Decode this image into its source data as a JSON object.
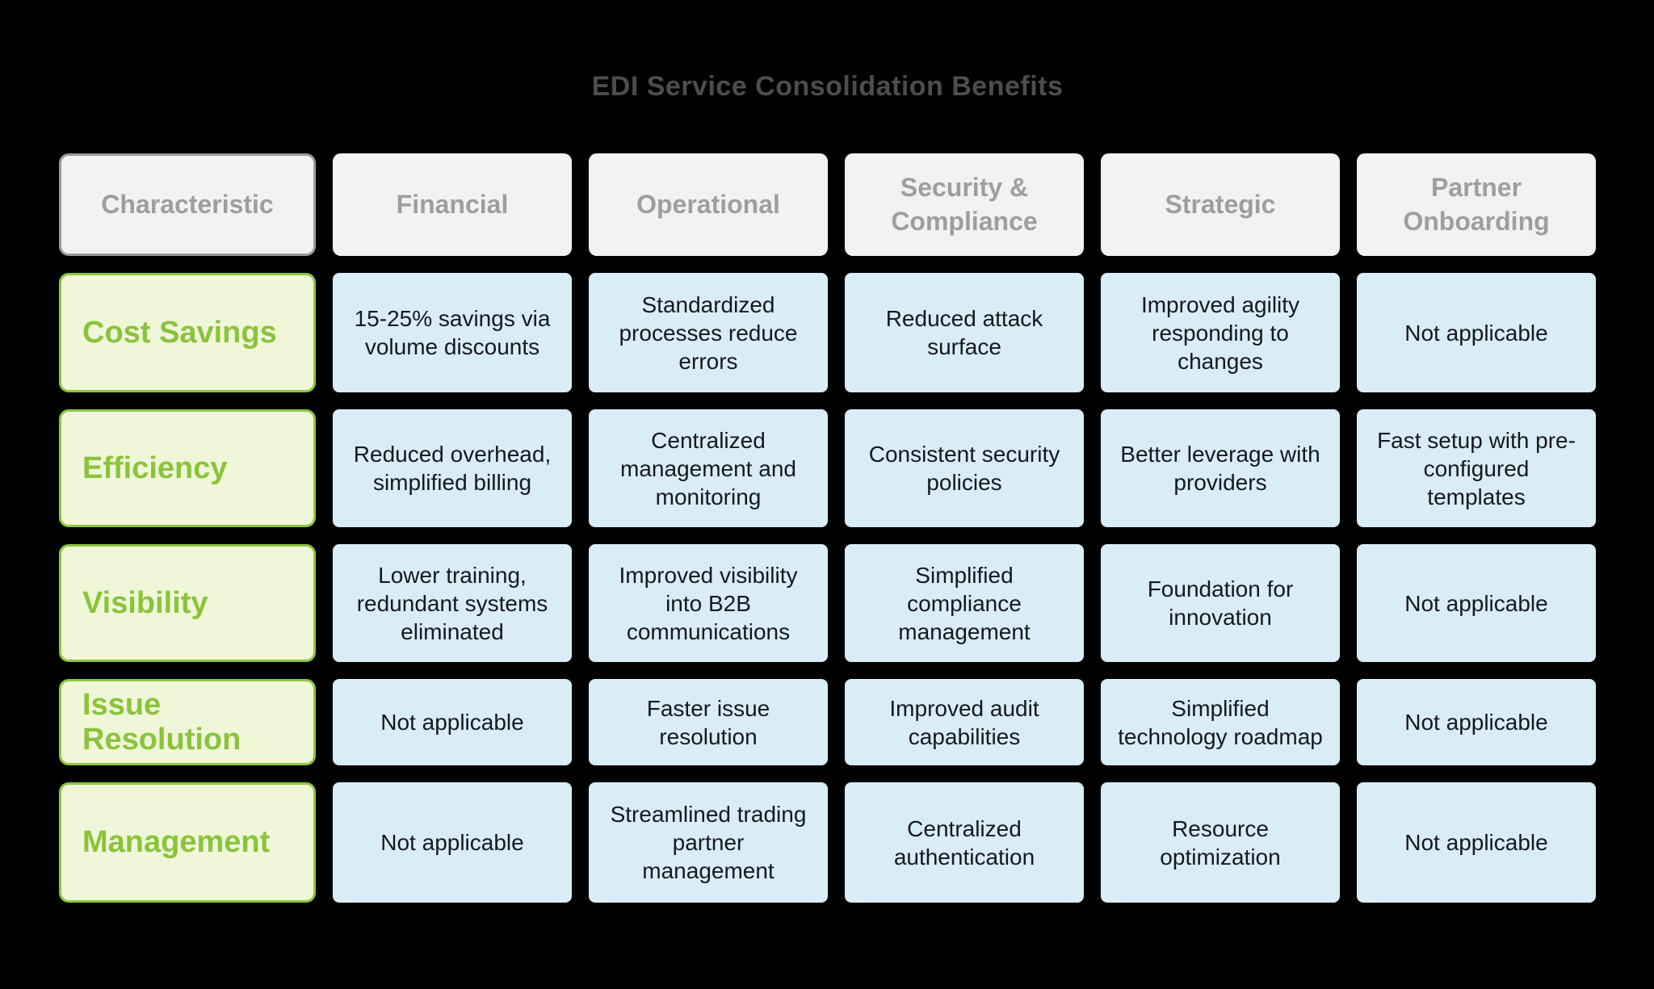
{
  "title": "EDI Service Consolidation Benefits",
  "colors": {
    "background": "#000000",
    "title_text": "#4d4d4d",
    "header_fill": "#f2f2f2",
    "header_text": "#9e9e9e",
    "header_border": "#9b9b9b",
    "row_label_fill": "#eff7d8",
    "row_label_border": "#8dc63f",
    "row_label_text": "#8bc33c",
    "body_fill": "#d9edf7",
    "body_text": "#15191e"
  },
  "table": {
    "columns": [
      "Characteristic",
      "Financial",
      "Operational",
      "Security &\nCompliance",
      "Strategic",
      "Partner\nOnboarding"
    ],
    "rows": [
      {
        "label": "Cost Savings",
        "cells": [
          "15-25% savings via\nvolume discounts",
          "Standardized\nprocesses reduce\nerrors",
          "Reduced attack\nsurface",
          "Improved agility\nresponding to\nchanges",
          "Not applicable"
        ]
      },
      {
        "label": "Efficiency",
        "cells": [
          "Reduced overhead,\nsimplified billing",
          "Centralized\nmanagement and\nmonitoring",
          "Consistent security\npolicies",
          "Better leverage with\nproviders",
          "Fast setup with pre-\nconfigured\ntemplates"
        ]
      },
      {
        "label": "Visibility",
        "cells": [
          "Lower training,\nredundant systems\neliminated",
          "Improved visibility\ninto B2B\ncommunications",
          "Simplified\ncompliance\nmanagement",
          "Foundation for\ninnovation",
          "Not applicable"
        ]
      },
      {
        "label": "Issue Resolution",
        "cells": [
          "Not applicable",
          "Faster issue\nresolution",
          "Improved audit\ncapabilities",
          "Simplified\ntechnology roadmap",
          "Not applicable"
        ]
      },
      {
        "label": "Management",
        "cells": [
          "Not applicable",
          "Streamlined trading\npartner\nmanagement",
          "Centralized\nauthentication",
          "Resource\noptimization",
          "Not applicable"
        ]
      }
    ]
  }
}
